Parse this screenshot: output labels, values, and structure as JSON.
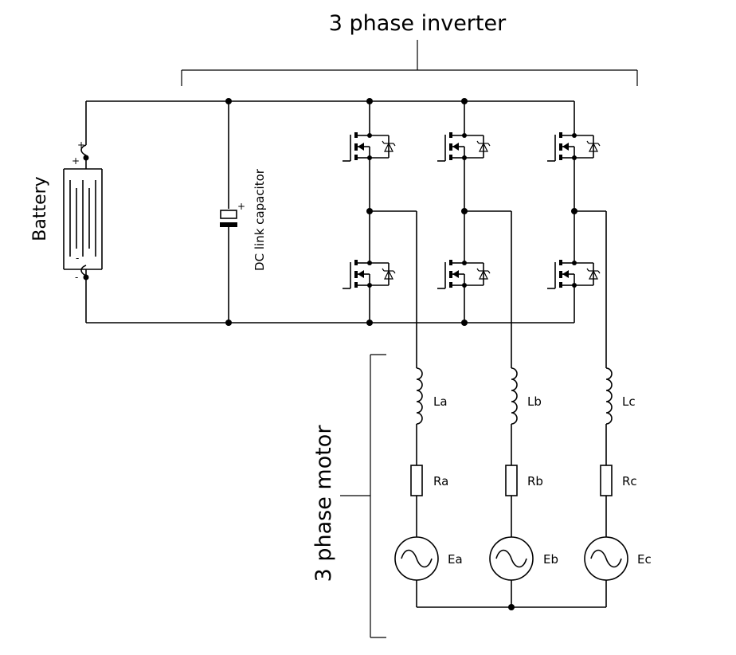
{
  "labels": {
    "inverter": "3 phase inverter",
    "battery": "Battery",
    "capacitor": "DC link capacitor",
    "motor": "3 phase motor"
  },
  "phases": [
    {
      "inductor": "La",
      "resistor": "Ra",
      "emf": "Ea"
    },
    {
      "inductor": "Lb",
      "resistor": "Rb",
      "emf": "Eb"
    },
    {
      "inductor": "Lc",
      "resistor": "Rc",
      "emf": "Ec"
    }
  ],
  "polarity": {
    "plus": "+",
    "minus": "-"
  }
}
